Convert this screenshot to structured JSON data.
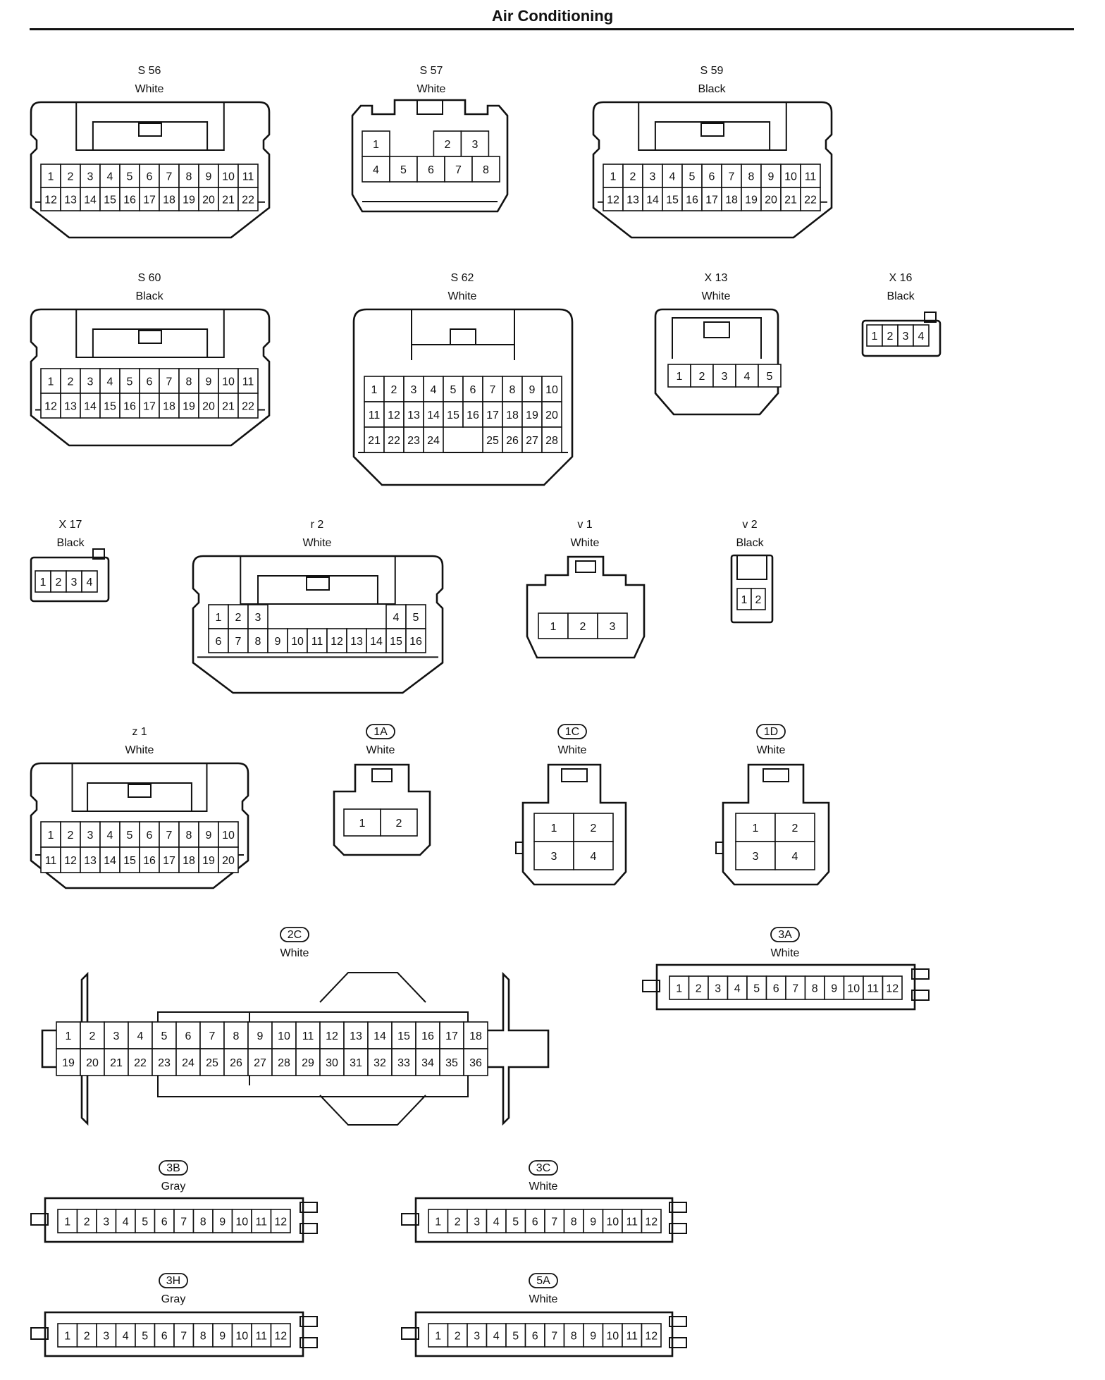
{
  "page": {
    "title": "Air Conditioning"
  },
  "connectors": [
    {
      "id": "S 56",
      "color": "White",
      "rows": [
        [
          "1",
          "2",
          "3",
          "4",
          "5",
          "6",
          "7",
          "8",
          "9",
          "10",
          "11"
        ],
        [
          "12",
          "13",
          "14",
          "15",
          "16",
          "17",
          "18",
          "19",
          "20",
          "21",
          "22"
        ]
      ]
    },
    {
      "id": "S 57",
      "color": "White",
      "rows": [
        [
          "1",
          "",
          "2",
          "3"
        ],
        [
          "4",
          "5",
          "6",
          "7",
          "8"
        ]
      ]
    },
    {
      "id": "S 59",
      "color": "Black",
      "rows": [
        [
          "1",
          "2",
          "3",
          "4",
          "5",
          "6",
          "7",
          "8",
          "9",
          "10",
          "11"
        ],
        [
          "12",
          "13",
          "14",
          "15",
          "16",
          "17",
          "18",
          "19",
          "20",
          "21",
          "22"
        ]
      ]
    },
    {
      "id": "S 60",
      "color": "Black",
      "rows": [
        [
          "1",
          "2",
          "3",
          "4",
          "5",
          "6",
          "7",
          "8",
          "9",
          "10",
          "11"
        ],
        [
          "12",
          "13",
          "14",
          "15",
          "16",
          "17",
          "18",
          "19",
          "20",
          "21",
          "22"
        ]
      ]
    },
    {
      "id": "S 62",
      "color": "White",
      "rows": [
        [
          "1",
          "2",
          "3",
          "4",
          "5",
          "6",
          "7",
          "8",
          "9",
          "10"
        ],
        [
          "11",
          "12",
          "13",
          "14",
          "15",
          "16",
          "17",
          "18",
          "19",
          "20"
        ],
        [
          "21",
          "22",
          "23",
          "24",
          "",
          "",
          "25",
          "26",
          "27",
          "28"
        ]
      ]
    },
    {
      "id": "X 13",
      "color": "White",
      "rows": [
        [
          "1",
          "2",
          "3",
          "4",
          "5"
        ]
      ]
    },
    {
      "id": "X 16",
      "color": "Black",
      "rows": [
        [
          "1",
          "2",
          "3",
          "4"
        ]
      ]
    },
    {
      "id": "X 17",
      "color": "Black",
      "rows": [
        [
          "1",
          "2",
          "3",
          "4"
        ]
      ]
    },
    {
      "id": "r 2",
      "color": "White",
      "rows": [
        [
          "1",
          "2",
          "3",
          "",
          "",
          "",
          "",
          "",
          "",
          "4",
          "5"
        ],
        [
          "6",
          "7",
          "8",
          "9",
          "10",
          "11",
          "12",
          "13",
          "14",
          "15",
          "16"
        ]
      ]
    },
    {
      "id": "v 1",
      "color": "White",
      "rows": [
        [
          "1",
          "2",
          "3"
        ]
      ]
    },
    {
      "id": "v 2",
      "color": "Black",
      "rows": [
        [
          "1",
          "2"
        ]
      ]
    },
    {
      "id": "z 1",
      "color": "White",
      "rows": [
        [
          "1",
          "2",
          "3",
          "4",
          "5",
          "6",
          "7",
          "8",
          "9",
          "10"
        ],
        [
          "11",
          "12",
          "13",
          "14",
          "15",
          "16",
          "17",
          "18",
          "19",
          "20"
        ]
      ]
    },
    {
      "id": "1A",
      "color": "White",
      "rows": [
        [
          "1",
          "2"
        ]
      ]
    },
    {
      "id": "1C",
      "color": "White",
      "rows": [
        [
          "1",
          "2"
        ],
        [
          "3",
          "4"
        ]
      ]
    },
    {
      "id": "1D",
      "color": "White",
      "rows": [
        [
          "1",
          "2"
        ],
        [
          "3",
          "4"
        ]
      ]
    },
    {
      "id": "2C",
      "color": "White",
      "rows": [
        [
          "1",
          "2",
          "3",
          "4",
          "5",
          "6",
          "7",
          "8",
          "9",
          "10",
          "11",
          "12",
          "13",
          "14",
          "15",
          "16",
          "17",
          "18"
        ],
        [
          "19",
          "20",
          "21",
          "22",
          "23",
          "24",
          "25",
          "26",
          "27",
          "28",
          "29",
          "30",
          "31",
          "32",
          "33",
          "34",
          "35",
          "36"
        ]
      ]
    },
    {
      "id": "3A",
      "color": "White",
      "rows": [
        [
          "1",
          "2",
          "3",
          "4",
          "5",
          "6",
          "7",
          "8",
          "9",
          "10",
          "11",
          "12"
        ]
      ]
    },
    {
      "id": "3B",
      "color": "Gray",
      "rows": [
        [
          "1",
          "2",
          "3",
          "4",
          "5",
          "6",
          "7",
          "8",
          "9",
          "10",
          "11",
          "12"
        ]
      ]
    },
    {
      "id": "3C",
      "color": "White",
      "rows": [
        [
          "1",
          "2",
          "3",
          "4",
          "5",
          "6",
          "7",
          "8",
          "9",
          "10",
          "11",
          "12"
        ]
      ]
    },
    {
      "id": "3H",
      "color": "Gray",
      "rows": [
        [
          "1",
          "2",
          "3",
          "4",
          "5",
          "6",
          "7",
          "8",
          "9",
          "10",
          "11",
          "12"
        ]
      ]
    },
    {
      "id": "5A",
      "color": "White",
      "rows": [
        [
          "1",
          "2",
          "3",
          "4",
          "5",
          "6",
          "7",
          "8",
          "9",
          "10",
          "11",
          "12"
        ]
      ]
    }
  ]
}
